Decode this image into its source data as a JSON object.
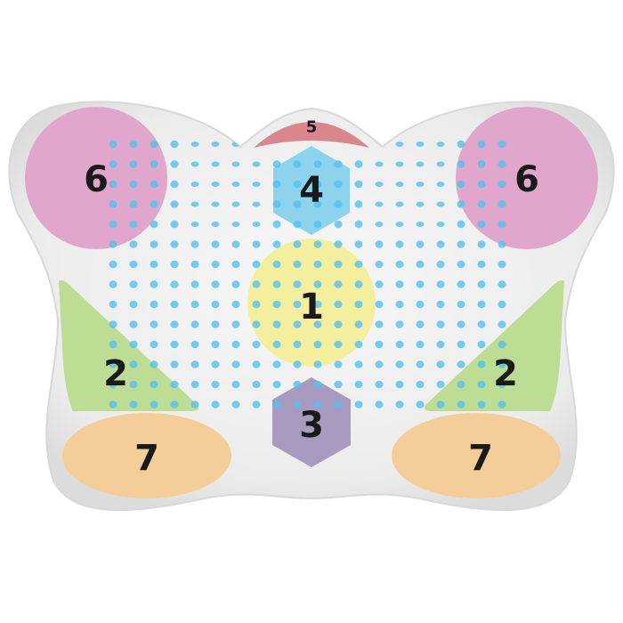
{
  "colors": {
    "pillow": "#ececec",
    "dots": "#55c1ee",
    "zone_1": "#f3ef9f",
    "zone_2": "#bedd94",
    "zone_3": "#a99ac0",
    "zone_4": "#8ed3ee",
    "zone_5": "#d9868e",
    "zone_6": "#e0a6cc",
    "zone_7": "#f5cd98"
  },
  "zones": {
    "z1": "1",
    "z2": "2",
    "z3": "3",
    "z4": "4",
    "z5": "5",
    "z6": "6",
    "z7": "7"
  }
}
